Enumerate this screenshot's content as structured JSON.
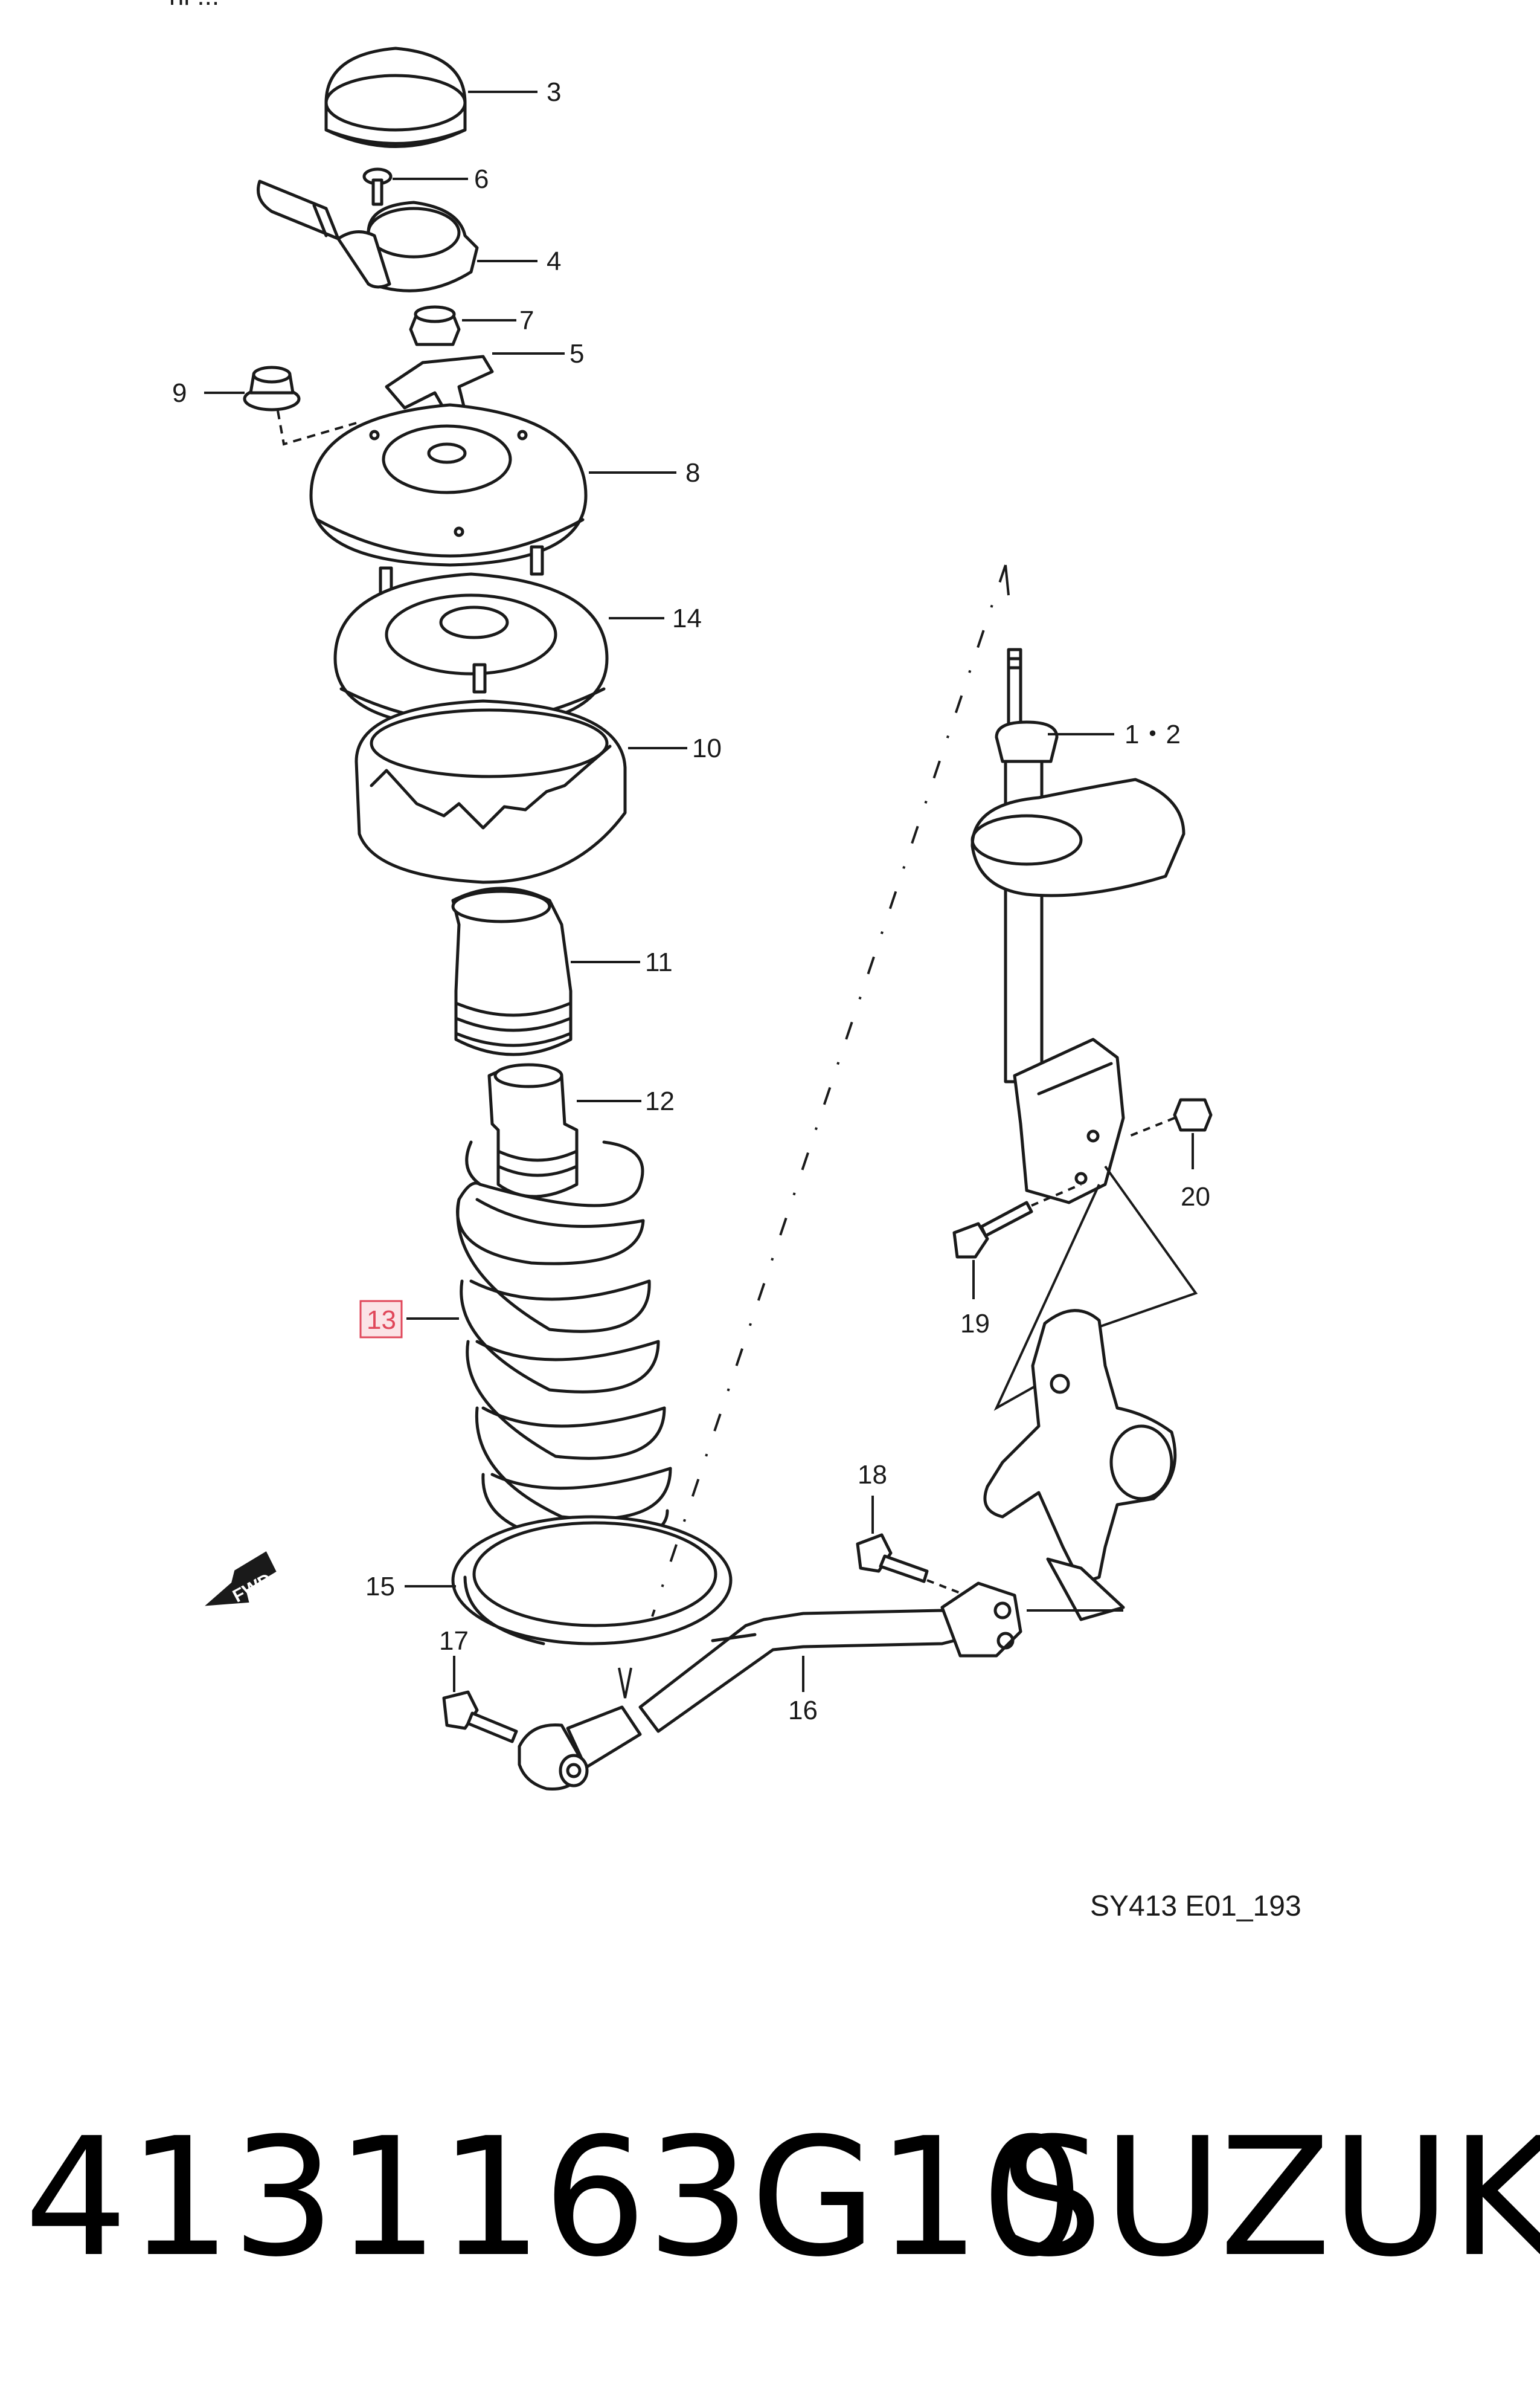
{
  "diagram": {
    "top_cut_text": "ril ...",
    "callouts": {
      "c3": "3",
      "c6": "6",
      "c4": "4",
      "c7": "7",
      "c5": "5",
      "c9": "9",
      "c8": "8",
      "c14": "14",
      "c10": "10",
      "c12_top": "1・2",
      "c11": "11",
      "c12": "12",
      "c20": "20",
      "c19": "19",
      "c13": "13",
      "c18": "18",
      "c15": "15",
      "c17": "17",
      "c16": "16"
    },
    "highlighted_callout": "13",
    "highlight_color": "#e0475a",
    "fwd_label": "FWD",
    "reference_code": "SY413 E01_193"
  },
  "footer": {
    "part_number": "4131163G10",
    "brand": "SUZUKI"
  }
}
